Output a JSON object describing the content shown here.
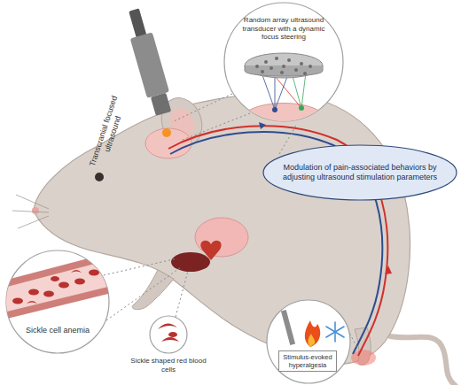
{
  "diagram": {
    "nodes": [
      {
        "text": [
          "Random array ultrasound transducer with a dynamic focus steering"
        ]
      },
      {
        "text": [
          "Modulation of pain-associated behaviors by adjusting ultrasound stimulation parameters"
        ]
      },
      {
        "text": [
          "Sickle cell anemia"
        ]
      },
      {
        "text": [
          "Sickle shaped red blood cells"
        ]
      },
      {
        "text": [
          "Stimulus-evoked hyperalgesia"
        ]
      }
    ],
    "labels": [
      "Transcranial focused ultrasound"
    ]
  }
}
